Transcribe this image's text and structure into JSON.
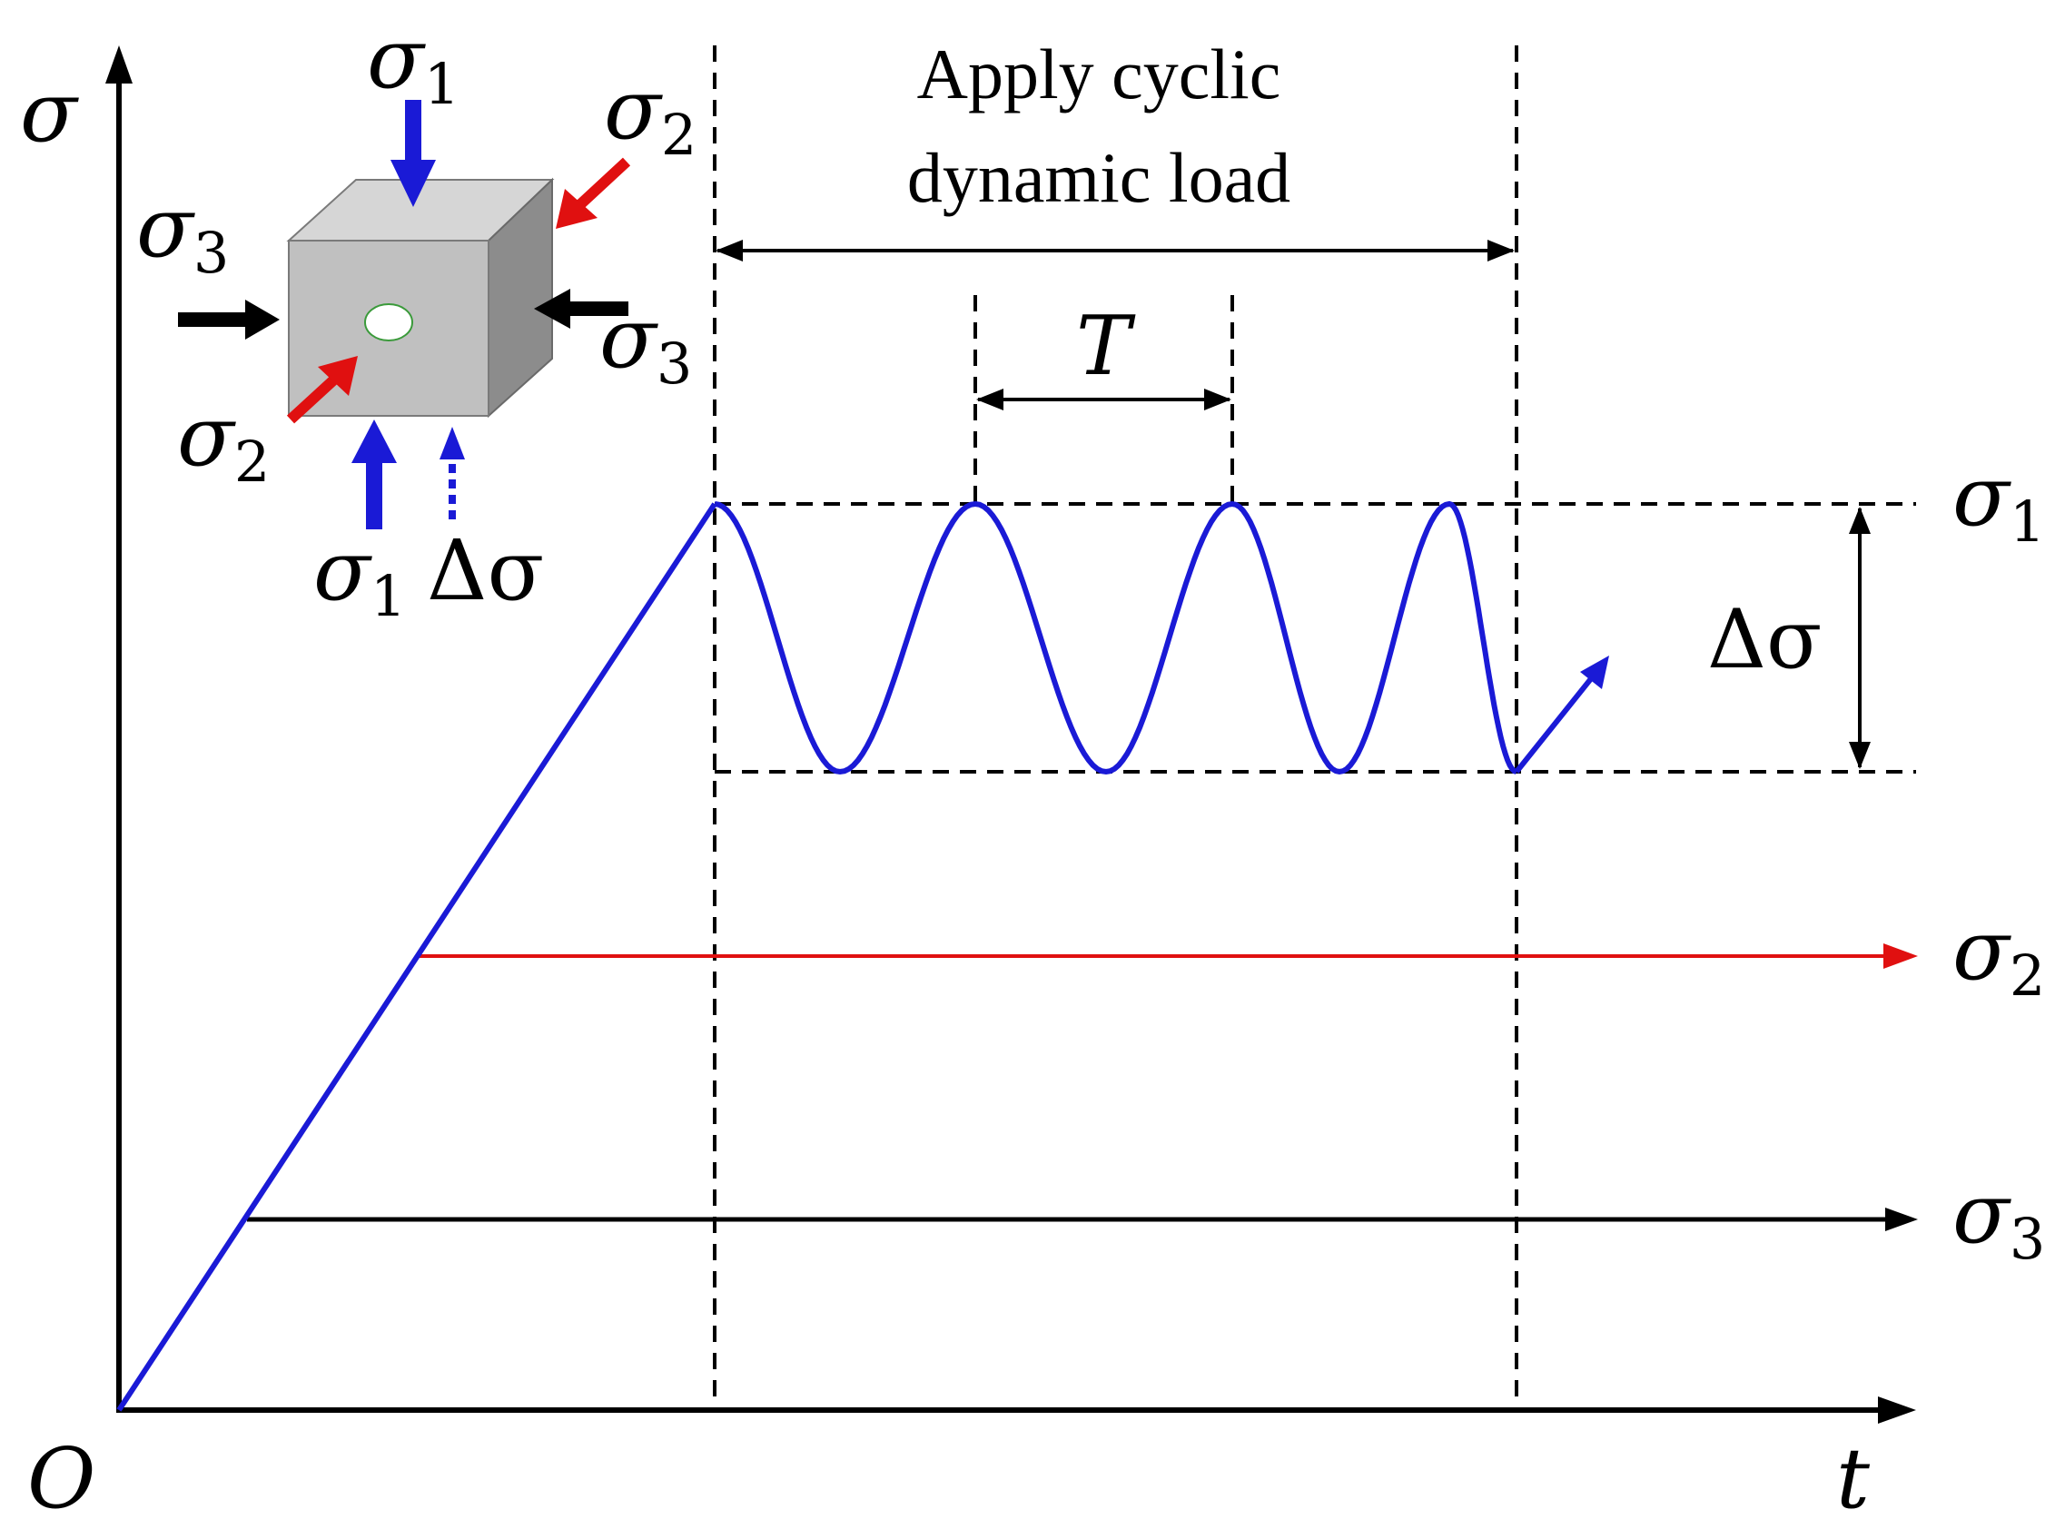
{
  "axes": {
    "y_label": "σ",
    "x_label": "t",
    "origin_label": "O"
  },
  "annotation": {
    "line1": "Apply cyclic",
    "line2": "dynamic load",
    "period_label": "T",
    "amplitude_symbol": "Δσ"
  },
  "stress_labels": {
    "sigma": "σ",
    "sub1": "1",
    "sub2": "2",
    "sub3": "3"
  },
  "specimen": {
    "delta_sigma": "Δσ"
  },
  "colors": {
    "sigma1": "#1a1ad6",
    "sigma2": "#e01010",
    "sigma3": "#000000",
    "cube_front": "#c0c0c0",
    "cube_top": "#d6d6d6",
    "cube_side": "#8c8c8c",
    "hole_edge": "#3a9a3a"
  }
}
